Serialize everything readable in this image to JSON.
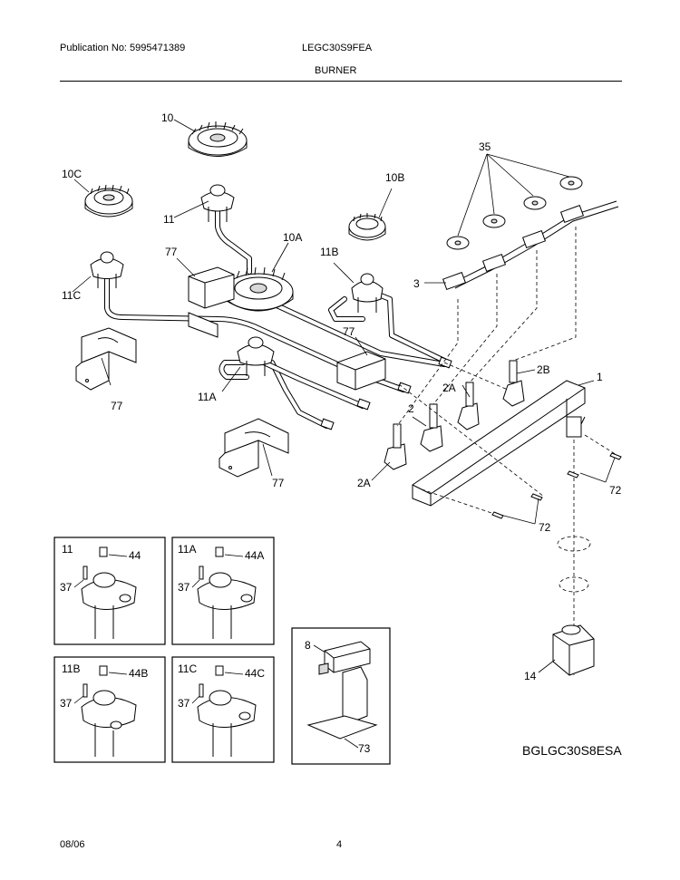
{
  "header": {
    "publication": "Publication No: 5995471389",
    "model": "LEGC30S9FEA",
    "section": "BURNER"
  },
  "footer": {
    "date": "08/06",
    "page": "4"
  },
  "diagram_code": "BGLGC30S8ESA",
  "callouts": {
    "p10": "10",
    "p10C": "10C",
    "p10B": "10B",
    "p10A": "10A",
    "p11": "11",
    "p11B": "11B",
    "p11C": "11C",
    "p11A": "11A",
    "p35": "35",
    "p3": "3",
    "p77a": "77",
    "p77b": "77",
    "p77c": "77",
    "p77d": "77",
    "p1": "1",
    "p2B": "2B",
    "p2Aa": "2A",
    "p2": "2",
    "p2Ab": "2A",
    "p72a": "72",
    "p72b": "72",
    "p14": "14"
  },
  "insets": {
    "i11": {
      "title": "11",
      "screw": "37",
      "cap": "44"
    },
    "i11A": {
      "title": "11A",
      "screw": "37",
      "cap": "44A"
    },
    "i11B": {
      "title": "11B",
      "screw": "37",
      "cap": "44B"
    },
    "i11C": {
      "title": "11C",
      "screw": "37",
      "cap": "44C"
    },
    "i8": {
      "part": "8",
      "bracket": "73"
    }
  }
}
